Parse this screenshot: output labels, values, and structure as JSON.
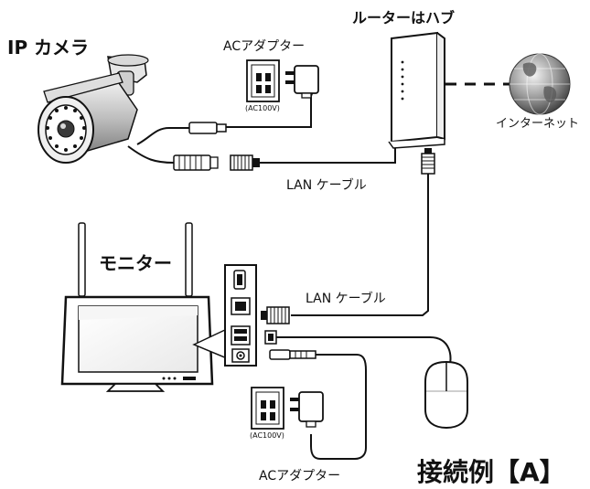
{
  "labels": {
    "camera": "IP カメラ",
    "router": "ルーターはハブ",
    "monitor": "モニター",
    "adapter_top": "ACアダプター",
    "adapter_bottom": "ACアダプター",
    "internet": "インターネット",
    "lan_cable_top": "LAN ケーブル",
    "lan_cable_mid": "LAN ケーブル",
    "ac_voltage_top": "(AC100V)",
    "ac_voltage_bottom": "(AC100V)",
    "diagram_title": "接続例【A】"
  },
  "colors": {
    "line": "#111111",
    "device_fill": "#ffffff",
    "camera_body": "#cfcfcf",
    "globe": "#8a8a8a"
  }
}
